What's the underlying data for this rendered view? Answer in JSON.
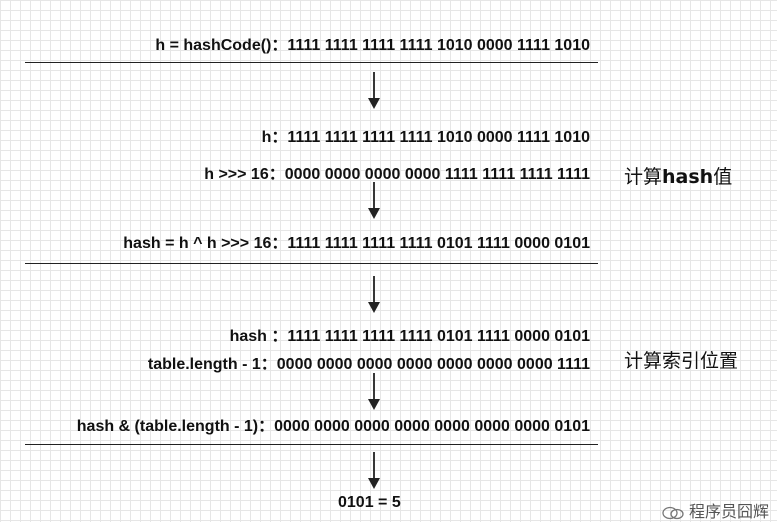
{
  "lines": [
    {
      "label": "h = hashCode()：",
      "value": "1111 1111 1111 1111 1010 0000 1111 1010"
    },
    {
      "label": "h：",
      "value": "1111 1111 1111 1111 1010 0000 1111 1010"
    },
    {
      "label": "h >>> 16：",
      "value": "0000 0000 0000 0000 1111 1111 1111 1111"
    },
    {
      "label": "hash = h ^ h >>> 16：",
      "value": "1111 1111 1111 1111 0101 1111 0000 0101"
    },
    {
      "label": "hash ：",
      "value": "1111 1111 1111 1111 0101 1111 0000 0101"
    },
    {
      "label": "table.length - 1：",
      "value": "0000 0000 0000 0000 0000 0000 0000 1111"
    },
    {
      "label": "hash & (table.length - 1)：",
      "value": "0000 0000 0000 0000 0000 0000 0000 0101"
    }
  ],
  "result": "0101 = 5",
  "side_labels": {
    "compute_hash_prefix": "计算",
    "compute_hash_bold": "hash",
    "compute_hash_suffix": "值",
    "compute_index": "计算索引位置"
  },
  "watermark": "程序员囧辉"
}
